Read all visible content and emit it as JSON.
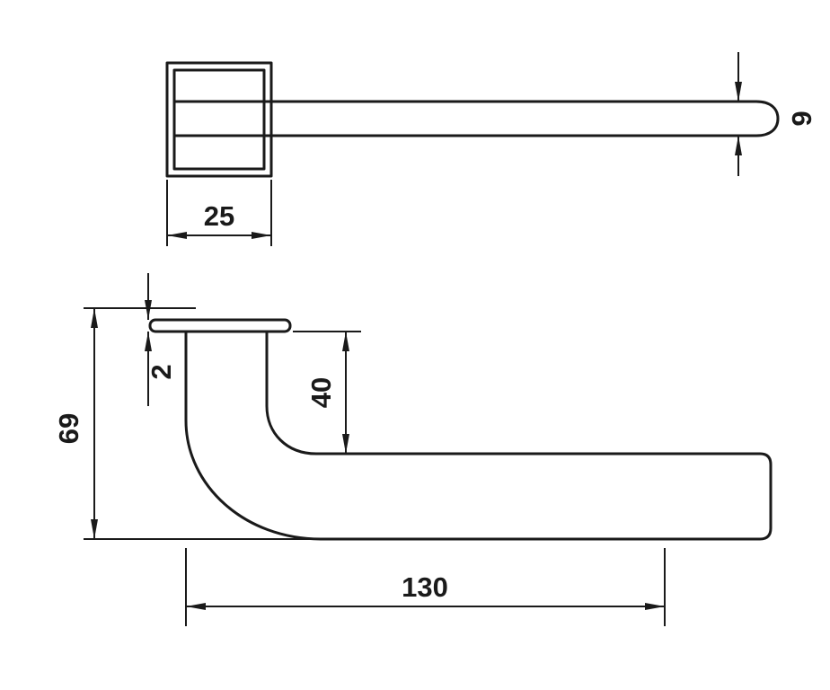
{
  "page": {
    "background": "#ffffff",
    "line_color": "#1a1a1a"
  },
  "dims": {
    "rosette_width": "25",
    "bar_thickness": "9",
    "plate_thickness": "2",
    "neck_height": "40",
    "overall_height": "69",
    "lever_length": "130"
  }
}
